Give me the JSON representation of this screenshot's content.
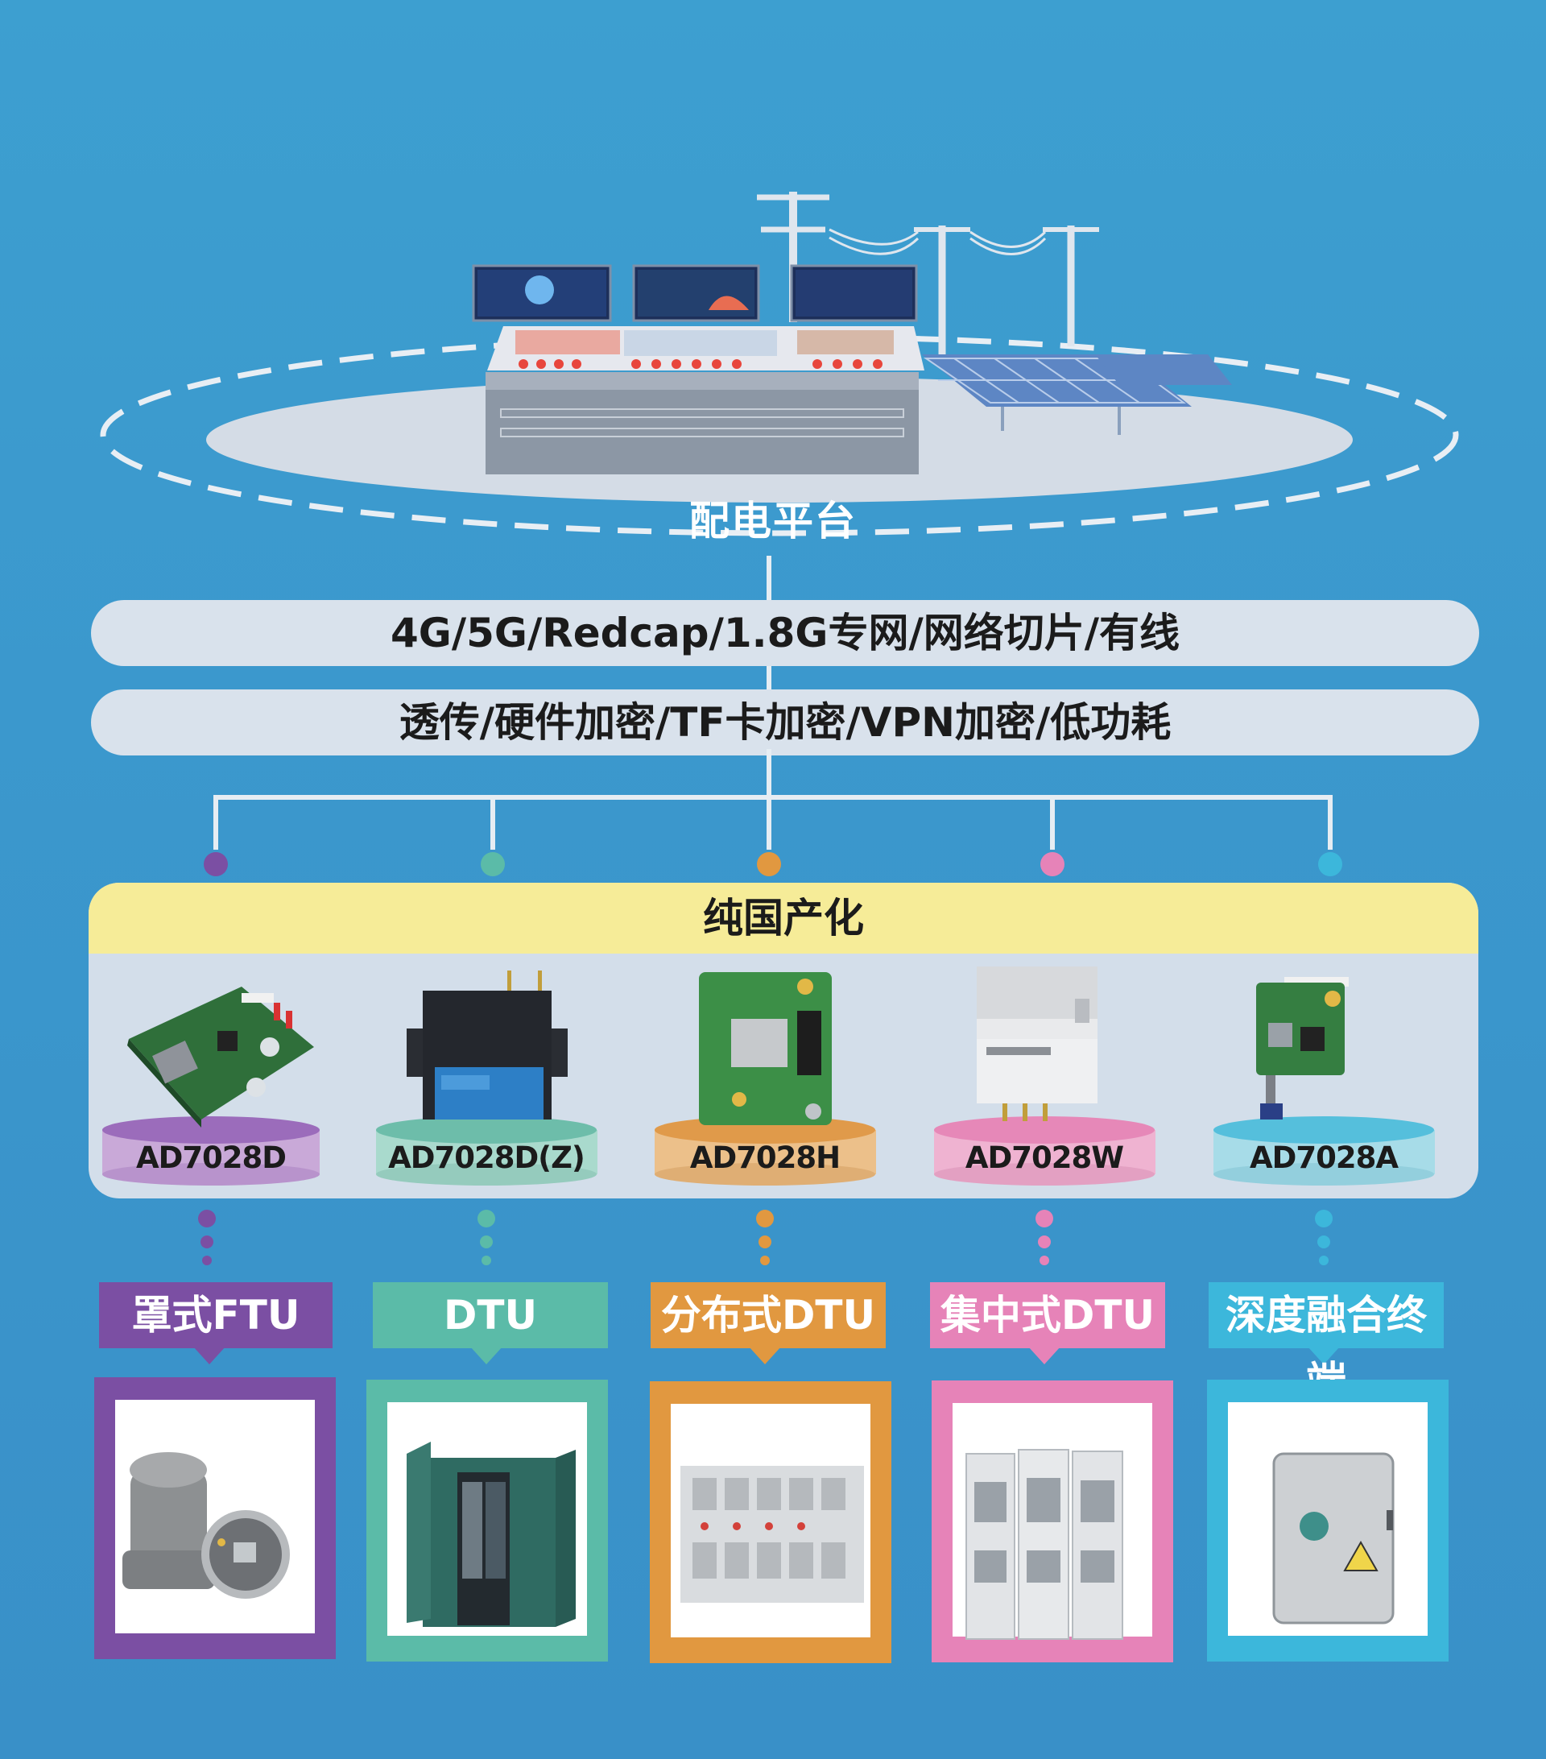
{
  "platform": {
    "label": "配电平台"
  },
  "networks": {
    "label": "4G/5G/Redcap/1.8G专网/网络切片/有线"
  },
  "features": {
    "label": "透传/硬件加密/TF卡加密/VPN加密/低功耗"
  },
  "panel": {
    "title": "纯国产化"
  },
  "colors": {
    "background": "#3b98cd",
    "purple": "#7b4fa3",
    "teal": "#5bbba8",
    "orange": "#e19840",
    "pink": "#e683b8",
    "cyan": "#3cb7db",
    "panel_head": "#f6ec98",
    "panel_body": "#d3deea"
  },
  "products": [
    {
      "model": "AD7028D",
      "category": "罩式FTU",
      "color": "#7b4fa3",
      "base_color": "#c9a9d8",
      "icon": "communication-module-board-icon",
      "photo_icon": "pole-mounted-ftu-icon"
    },
    {
      "model": "AD7028D(Z)",
      "category": "DTU",
      "color": "#5bbba8",
      "base_color": "#a9dacd",
      "icon": "industrial-router-icon",
      "photo_icon": "ring-main-cabinet-icon"
    },
    {
      "model": "AD7028H",
      "category": "分布式DTU",
      "color": "#e19840",
      "base_color": "#ecc08a",
      "icon": "embedded-module-board-icon",
      "photo_icon": "distributed-switchgear-icon"
    },
    {
      "model": "AD7028W",
      "category": "集中式DTU",
      "color": "#e683b8",
      "base_color": "#efb3d1",
      "icon": "din-rail-module-icon",
      "photo_icon": "centralized-cabinet-icon"
    },
    {
      "model": "AD7028A",
      "category": "深度融合终端",
      "color": "#3cb7db",
      "base_color": "#a7dce8",
      "icon": "compact-module-board-icon",
      "photo_icon": "fusion-terminal-box-icon"
    }
  ]
}
